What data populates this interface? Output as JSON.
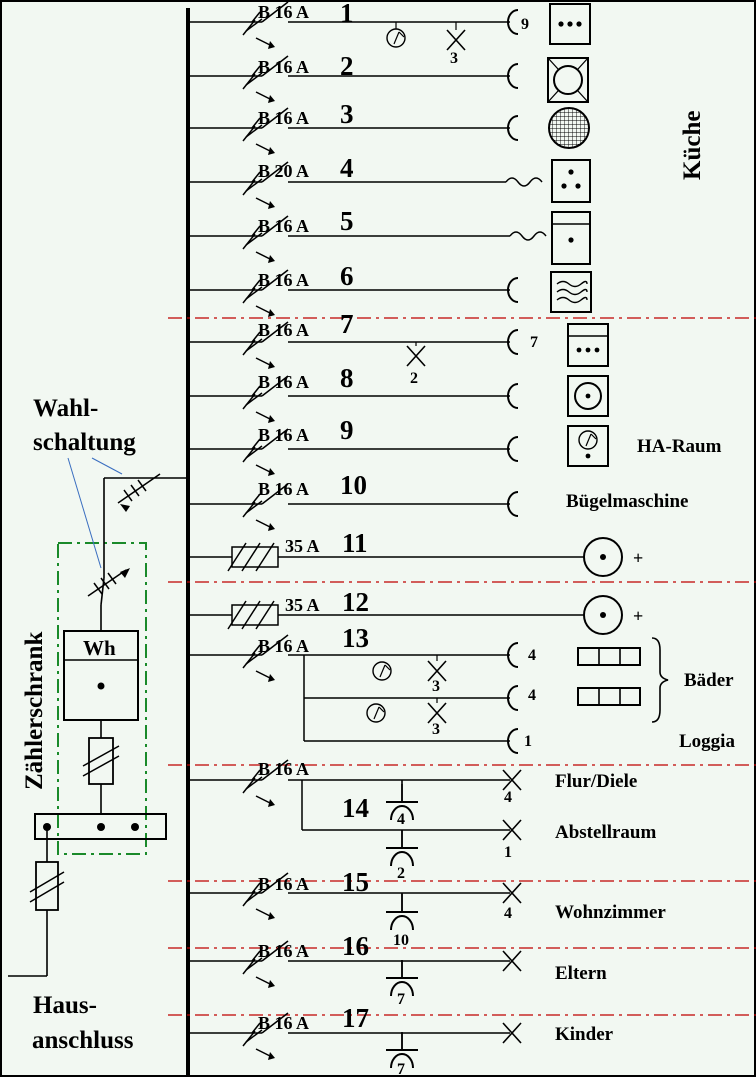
{
  "circuits": [
    {
      "rating": "B 16 A",
      "number": "1"
    },
    {
      "rating": "B 16 A",
      "number": "2"
    },
    {
      "rating": "B 16 A",
      "number": "3"
    },
    {
      "rating": "B 20 A",
      "number": "4"
    },
    {
      "rating": "B 16 A",
      "number": "5"
    },
    {
      "rating": "B 16 A",
      "number": "6"
    },
    {
      "rating": "B 16 A",
      "number": "7"
    },
    {
      "rating": "B 16 A",
      "number": "8"
    },
    {
      "rating": "B 16 A",
      "number": "9"
    },
    {
      "rating": "B 16 A",
      "number": "10"
    },
    {
      "rating": "35 A",
      "number": "11"
    },
    {
      "rating": "35 A",
      "number": "12"
    },
    {
      "rating": "B 16 A",
      "number": "13"
    },
    {
      "rating": "B 16 A",
      "number": "14"
    },
    {
      "rating": "B 16 A",
      "number": "15"
    },
    {
      "rating": "B 16 A",
      "number": "16"
    },
    {
      "rating": "B 16 A",
      "number": "17"
    }
  ],
  "counts": {
    "c1_socket": "9",
    "c1_lamp": "3",
    "c7_socket": "7",
    "c8_lamp": "2",
    "c13_socket_a": "4",
    "c13_lamp_a": "3",
    "c13_socket_b": "4",
    "c13_lamp_b": "3",
    "c13_socket_c": "1",
    "c14_lamp_a": "4",
    "c14_switch_a": "4",
    "c14_lamp_b": "1",
    "c14_switch_b": "2",
    "c15_lamp": "4",
    "c15_switch": "10",
    "c16_switch": "7",
    "c17_switch": "7"
  },
  "rooms": {
    "kueche": "Küche",
    "ha_raum": "HA-Raum",
    "buegel": "Bügelmaschine",
    "baeder": "Bäder",
    "loggia": "Loggia",
    "flur": "Flur/Diele",
    "abstell": "Abstellraum",
    "wohn": "Wohnzimmer",
    "eltern": "Eltern",
    "kinder": "Kinder"
  },
  "labels": {
    "wahl_1": "Wahl-",
    "wahl_2": "schaltung",
    "zaehler": "Zählerschrank",
    "meter": "Wh",
    "haus_1": "Haus-",
    "haus_2": "anschluss",
    "plus": "+"
  },
  "colors": {
    "line": "#000000",
    "section_divider": "#c00000",
    "meter_cabinet": "#1a8a2a",
    "annotation": "#3a6ec0",
    "background": "#f2f8f2"
  }
}
